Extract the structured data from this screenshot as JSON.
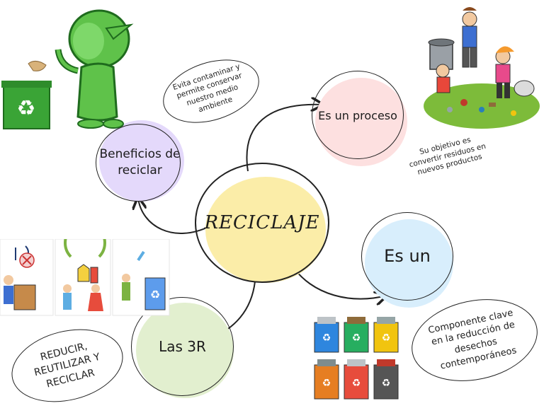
{
  "center": {
    "label": "RECICLAJE"
  },
  "nodes": {
    "beneficios": {
      "label": "Beneficios de reciclar"
    },
    "proceso": {
      "label": "Es un proceso"
    },
    "esun": {
      "label": "Es un"
    },
    "tres_r": {
      "label": "Las 3R"
    }
  },
  "notes": {
    "beneficios": "Evita contaminar y permite conservar nuestro medio ambiente",
    "proceso": "Su objetivo es convertir residuos en nuevos productos",
    "esun": "Componente clave en la reducción de desechos contemporáneos",
    "tres_r": "REDUCIR, REUTILIZAR Y RECICLAR"
  },
  "colors": {
    "center": "#fbeda8",
    "beneficios": "#e4d9fb",
    "proceso": "#fde0e0",
    "esun": "#d8eefc",
    "tres_r": "#e2efcf"
  },
  "icons": [
    "recycle-mascot-illustration",
    "kids-picking-trash-illustration",
    "three-r-panels-illustration",
    "recycling-bins-illustration"
  ]
}
